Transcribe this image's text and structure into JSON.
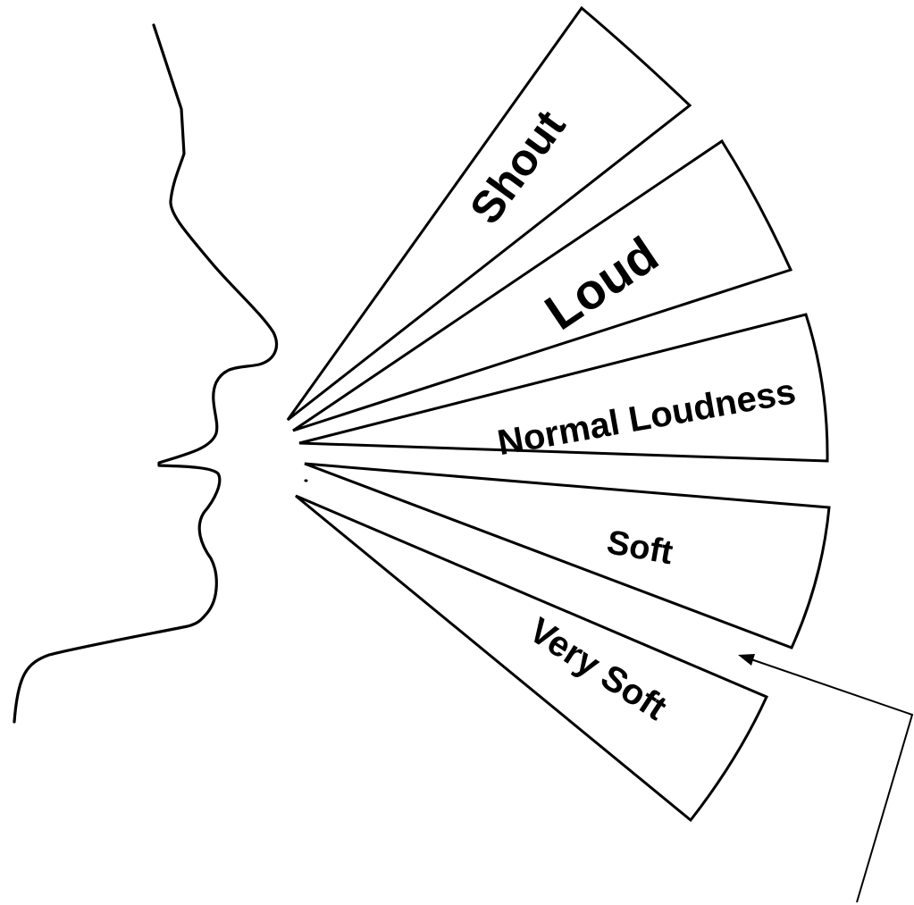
{
  "diagram": {
    "levels": [
      {
        "id": "shout",
        "label": "Shout"
      },
      {
        "id": "loud",
        "label": "Loud"
      },
      {
        "id": "normal",
        "label": "Normal Loudness"
      },
      {
        "id": "soft",
        "label": "Soft"
      },
      {
        "id": "very-soft",
        "label": "Very Soft"
      }
    ],
    "colors": {
      "stroke": "#000000",
      "background": "#ffffff"
    }
  }
}
